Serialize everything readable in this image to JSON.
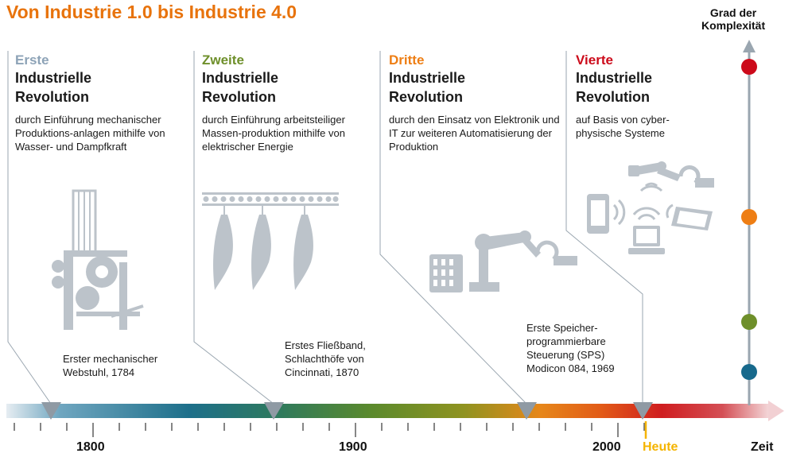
{
  "title": "Von Industrie 1.0 bis Industrie 4.0",
  "complexity_axis": {
    "line1": "Grad der",
    "line2": "Komplexität"
  },
  "revolutions": [
    {
      "ordinal": "Erste",
      "line1": "Industrielle",
      "line2": "Revolution",
      "description": "durch Einführung mechanischer Produktions-anlagen mithilfe von Wasser- und Dampfkraft",
      "color": "#8da3b7"
    },
    {
      "ordinal": "Zweite",
      "line1": "Industrielle",
      "line2": "Revolution",
      "description": "durch Einführung arbeitsteiliger Massen-produktion mithilfe von elektrischer Energie",
      "color": "#6e8f2a"
    },
    {
      "ordinal": "Dritte",
      "line1": "Industrielle",
      "line2": "Revolution",
      "description": "durch den Einsatz von Elektronik und IT zur weiteren Automatisierung der Produktion",
      "color": "#ee7e14"
    },
    {
      "ordinal": "Vierte",
      "line1": "Industrielle",
      "line2": "Revolution",
      "description": "auf Basis von cyber-physische Systeme",
      "color": "#cc0a1a"
    }
  ],
  "milestones": [
    {
      "text": "Erster mechanischer\nWebstuhl, 1784"
    },
    {
      "text": "Erstes Fließband,\nSchlachthöfe von\nCincinnati, 1870"
    },
    {
      "text": "Erste Speicher-\nprogrammierbare\nSteuerung (SPS)\nModicon 084, 1969"
    }
  ],
  "timeline": {
    "years": [
      "1800",
      "1900",
      "2000"
    ],
    "now_label": "Heute",
    "axis_label": "Zeit",
    "now_color": "#f5b400"
  },
  "complexity_colors": [
    "#cc0a1a",
    "#ee7e14",
    "#6e8f2a",
    "#17698c"
  ],
  "icons": [
    "mechanical-loom-icon",
    "assembly-line-icon",
    "industrial-robot-arm-icon",
    "cyber-physical-systems-icon"
  ]
}
